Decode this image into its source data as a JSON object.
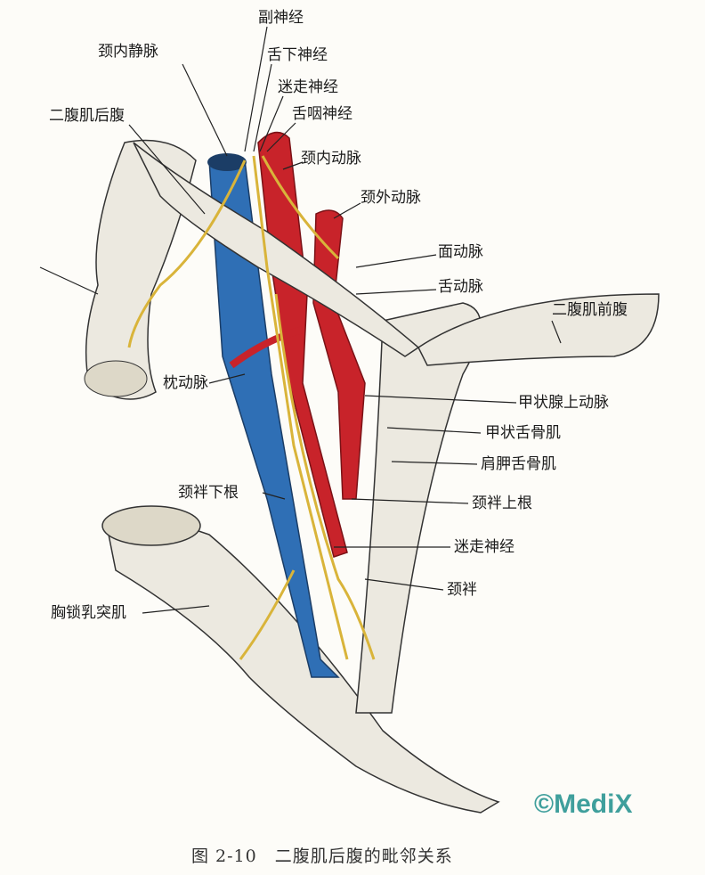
{
  "labels": {
    "accessory_nerve": "副神经",
    "internal_jugular_vein": "颈内静脉",
    "hypoglossal_nerve": "舌下神经",
    "vagus_nerve_top": "迷走神经",
    "glossopharyngeal_nerve": "舌咽神经",
    "digastric_posterior_belly": "二腹肌后腹",
    "internal_carotid_artery": "颈内动脉",
    "external_carotid_artery": "颈外动脉",
    "facial_artery": "面动脉",
    "lingual_artery": "舌动脉",
    "digastric_anterior_belly": "二腹肌前腹",
    "occipital_artery": "枕动脉",
    "superior_thyroid_artery": "甲状腺上动脉",
    "thyrohyoid_muscle": "甲状舌骨肌",
    "omohyoid_muscle": "肩胛舌骨肌",
    "ansa_inferior_root": "颈袢下根",
    "ansa_superior_root": "颈袢上根",
    "vagus_nerve_bottom": "迷走神经",
    "ansa_cervicalis": "颈袢",
    "sternocleidomastoid": "胸锁乳突肌"
  },
  "caption": "图 2-10　二腹肌后腹的毗邻关系",
  "watermark": "©MediX",
  "colors": {
    "artery": "#c8232a",
    "vein": "#2f6fb5",
    "nerve": "#d9b43a",
    "muscle": "#ece9e0",
    "watermark": "#3f9f9c"
  }
}
